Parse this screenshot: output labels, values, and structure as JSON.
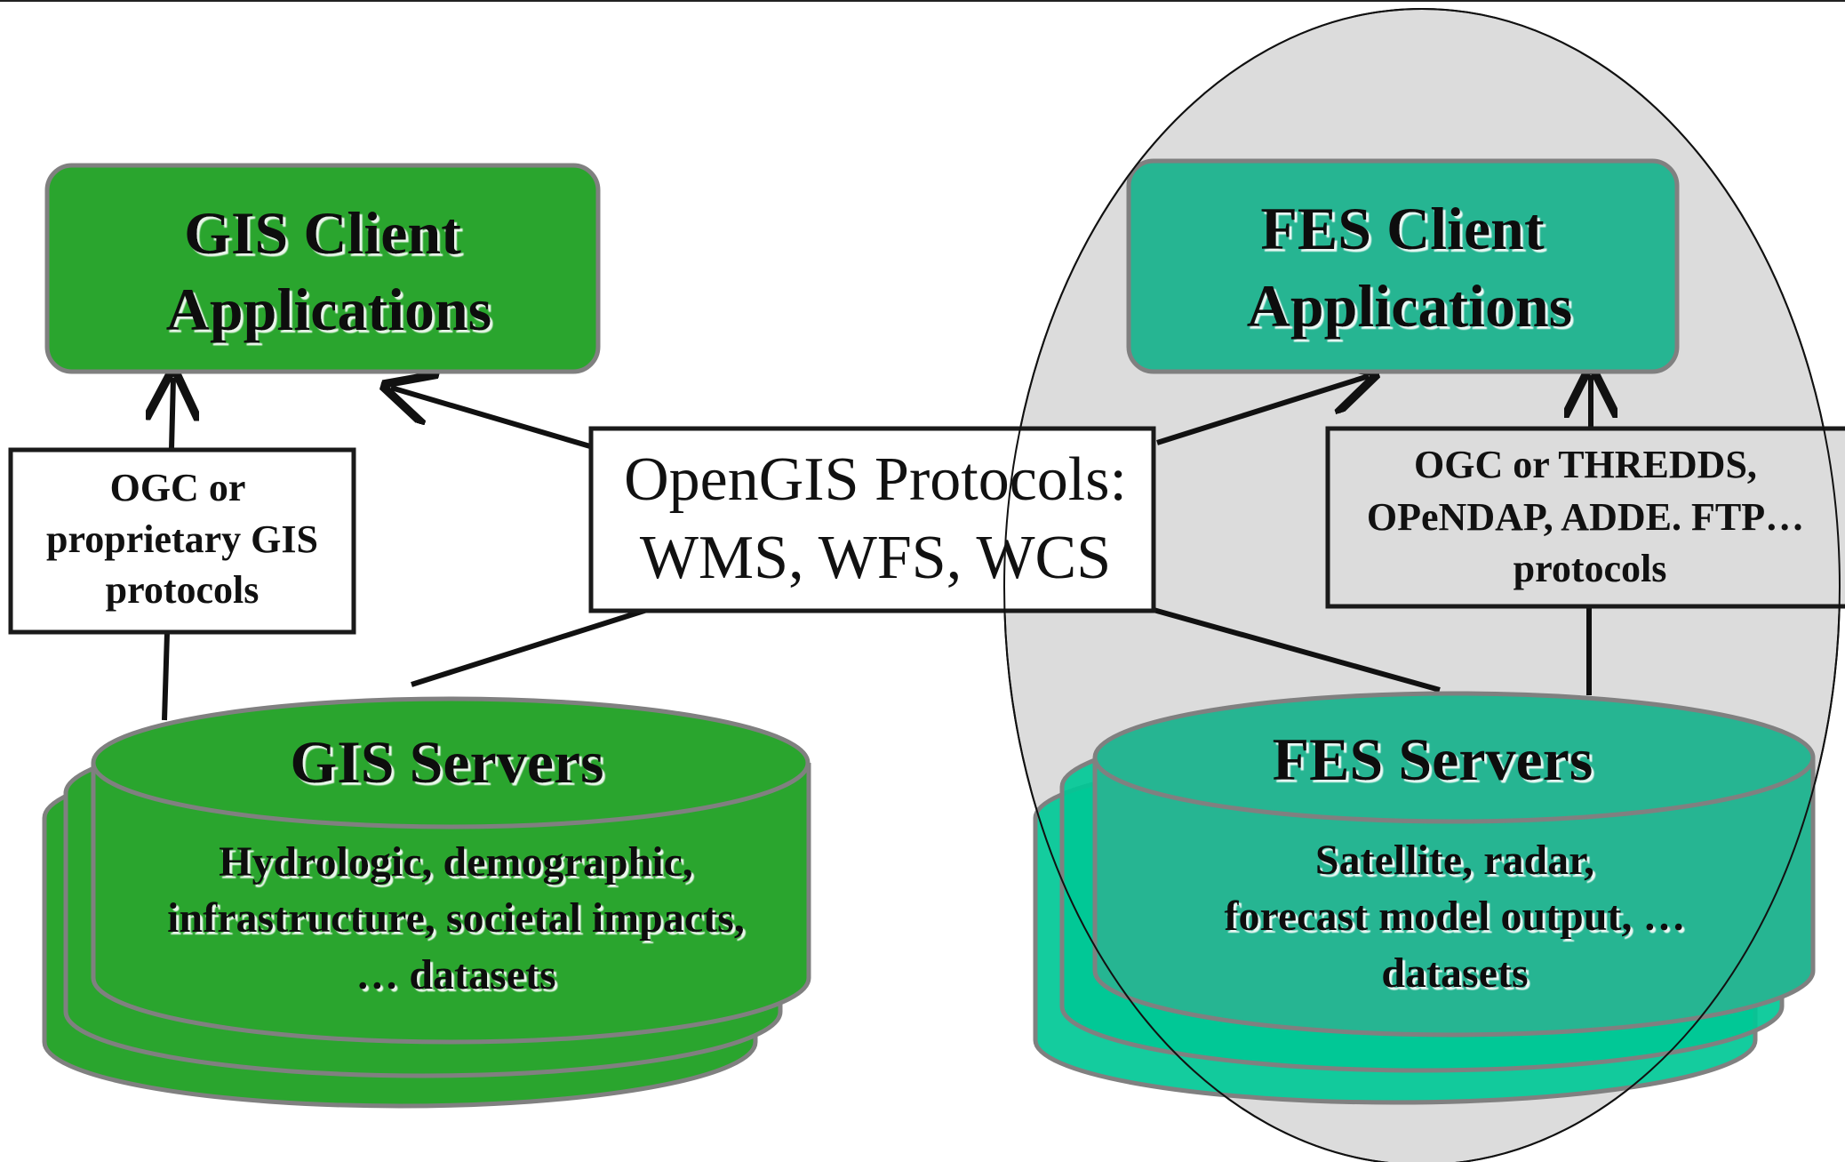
{
  "colors": {
    "gis_green": "#2aa52e",
    "fes_teal": "#26b592",
    "fes_teal_back": "#00c896",
    "oval_grey": "#dcdcdc",
    "box_outline": "#808080",
    "label_border": "#1a1a1a"
  },
  "gis_client": {
    "line1": "GIS Client",
    "line2": "Applications"
  },
  "fes_client": {
    "line1": "FES Client",
    "line2": "Applications"
  },
  "gis_protocol_box": {
    "line1": "OGC or",
    "line2": "proprietary GIS",
    "line3": "protocols"
  },
  "opengis_box": {
    "line1": "OpenGIS Protocols:",
    "line2": "WMS, WFS, WCS"
  },
  "fes_protocol_box": {
    "line1": "OGC or THREDDS,",
    "line2": "OPeNDAP, ADDE. FTP…",
    "line3": "protocols"
  },
  "gis_servers": {
    "title": "GIS Servers",
    "line1": "Hydrologic, demographic,",
    "line2": "infrastructure, societal impacts,",
    "line3": "… datasets"
  },
  "fes_servers": {
    "title": "FES Servers",
    "line1": "Satellite, radar,",
    "line2": "forecast model output, …",
    "line3": "datasets"
  }
}
